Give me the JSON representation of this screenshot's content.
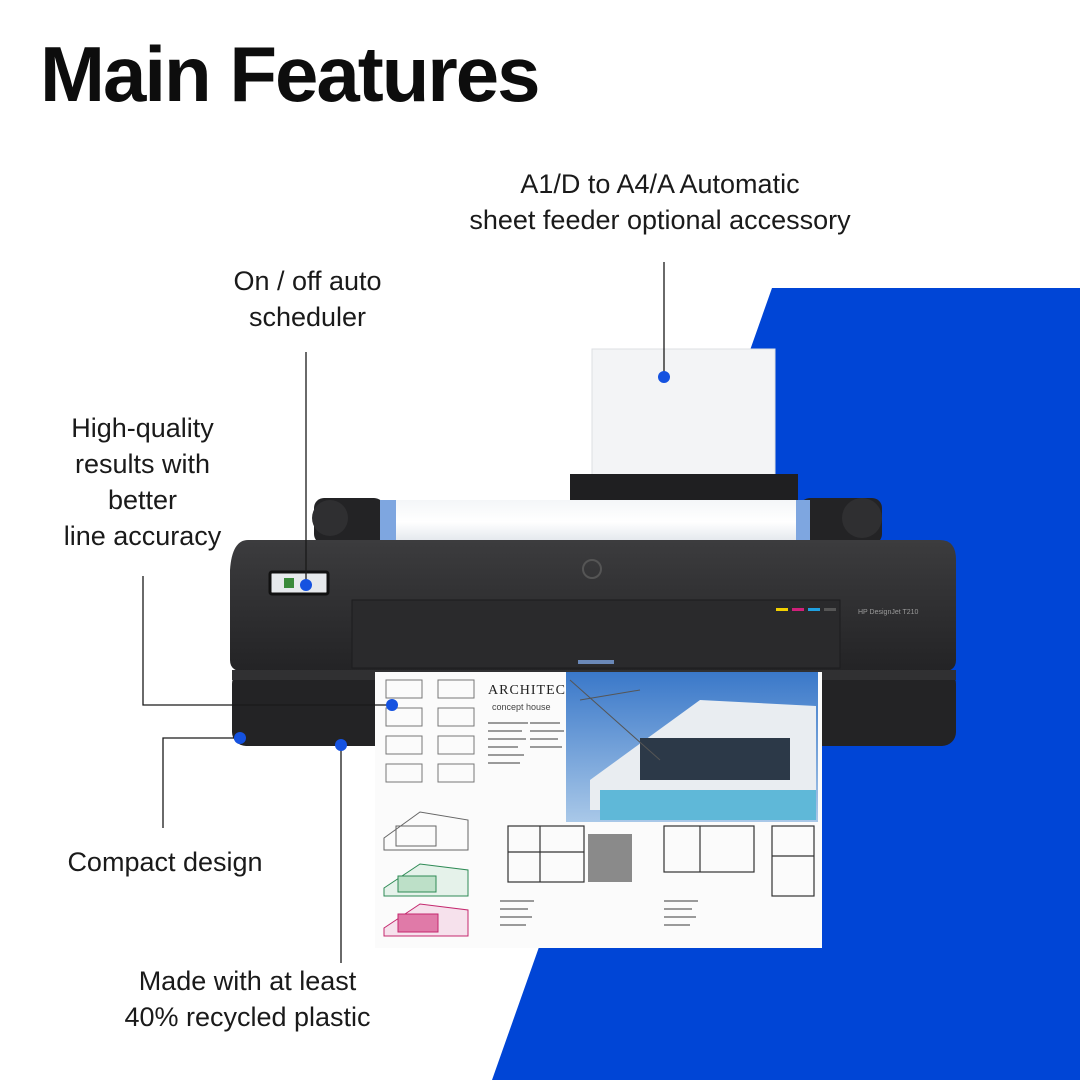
{
  "title": "Main Features",
  "colors": {
    "accent_blue": "#0045d6",
    "leader_dot": "#1552e0",
    "printer_body": "#2d2d2f",
    "background": "#ffffff"
  },
  "callouts": {
    "feeder": {
      "lines": [
        "A1/D to A4/A Automatic",
        "sheet feeder optional accessory"
      ]
    },
    "scheduler": {
      "lines": [
        "On / off auto",
        "scheduler"
      ]
    },
    "quality": {
      "lines": [
        "High-quality",
        "results with",
        "better",
        "line accuracy"
      ]
    },
    "compact": {
      "lines": [
        "Compact design"
      ]
    },
    "recycled": {
      "lines": [
        "Made with at least",
        "40% recycled plastic"
      ]
    }
  },
  "printer": {
    "model_label": "HP DesignJet T210",
    "poster": {
      "heading": "ARCHITECTURE",
      "subheading": "concept house"
    }
  }
}
